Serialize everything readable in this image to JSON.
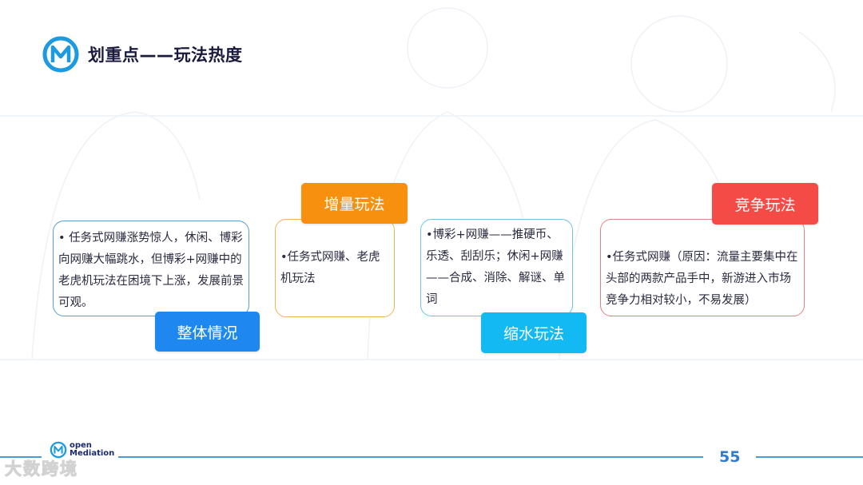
{
  "header": {
    "title": "划重点——玩法热度",
    "logo_icon": "openmediation-logo-icon"
  },
  "cards": {
    "overall": {
      "tag": "整体情况",
      "text": "• 任务式网赚涨势惊人，休闲、博彩向网赚大幅跳水，但博彩+网赚中的老虎机玩法在困境下上涨，发展前景可观。",
      "tag_color": "#1e88f0",
      "border_color": "#5a9bd5"
    },
    "increment": {
      "tag": "增量玩法",
      "text": "•任务式网赚、老虎机玩法",
      "tag_color": "#f7900e",
      "border_color": "#f2b35a"
    },
    "shrink": {
      "tag": "缩水玩法",
      "text": "•博彩+网赚——推硬币、乐透、刮刮乐；休闲+网赚——合成、消除、解谜、单词",
      "tag_color": "#12b9f2",
      "border_color": "#6fc4df"
    },
    "competition": {
      "tag": "竞争玩法",
      "text": "•任务式网赚（原因：流量主要集中在头部的两款产品手中，新游进入市场竞争力相对较小，不易发展）",
      "tag_color": "#f44b47",
      "border_color": "#e38080"
    }
  },
  "footer": {
    "brand_line1": "open",
    "brand_line2": "Mediation",
    "page_number": "55",
    "watermark": "大数跨境",
    "line_color": "#4a9ad6"
  }
}
